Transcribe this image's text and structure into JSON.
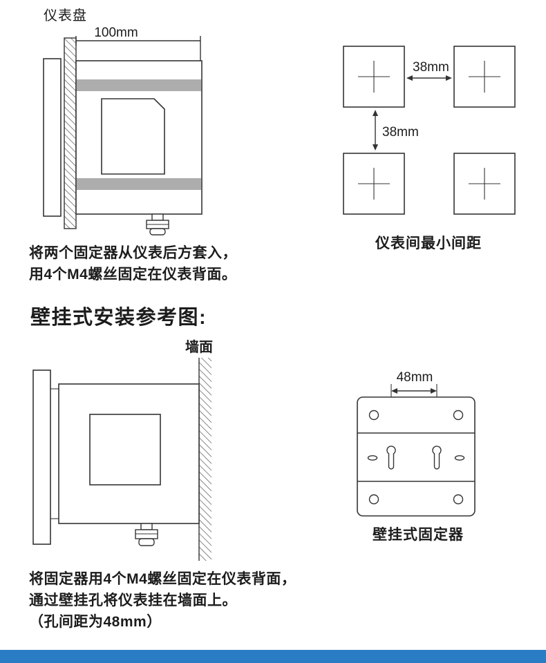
{
  "colors": {
    "line": "#333333",
    "bracket_gray": "#adadad",
    "footer_bar": "#2a7dc5"
  },
  "footer": {
    "bar_style": "background:#2a7dc5;"
  },
  "panel_section": {
    "title": "仪表盘",
    "dim_width": "100mm",
    "dim_h": "38mm",
    "dim_v": "38mm",
    "spacing_caption": "仪表间最小间距",
    "note_line1": "将两个固定器从仪表后方套入，",
    "note_line2": "用4个M4螺丝固定在仪表背面。"
  },
  "wall_section": {
    "heading": "壁挂式安装参考图:",
    "wall_label": "墙面",
    "dim_holes": "48mm",
    "fixer_caption": "壁挂式固定器",
    "note_line1": "将固定器用4个M4螺丝固定在仪表背面，",
    "note_line2": "通过壁挂孔将仪表挂在墙面上。",
    "note_line3": "（孔间距为48mm）"
  }
}
